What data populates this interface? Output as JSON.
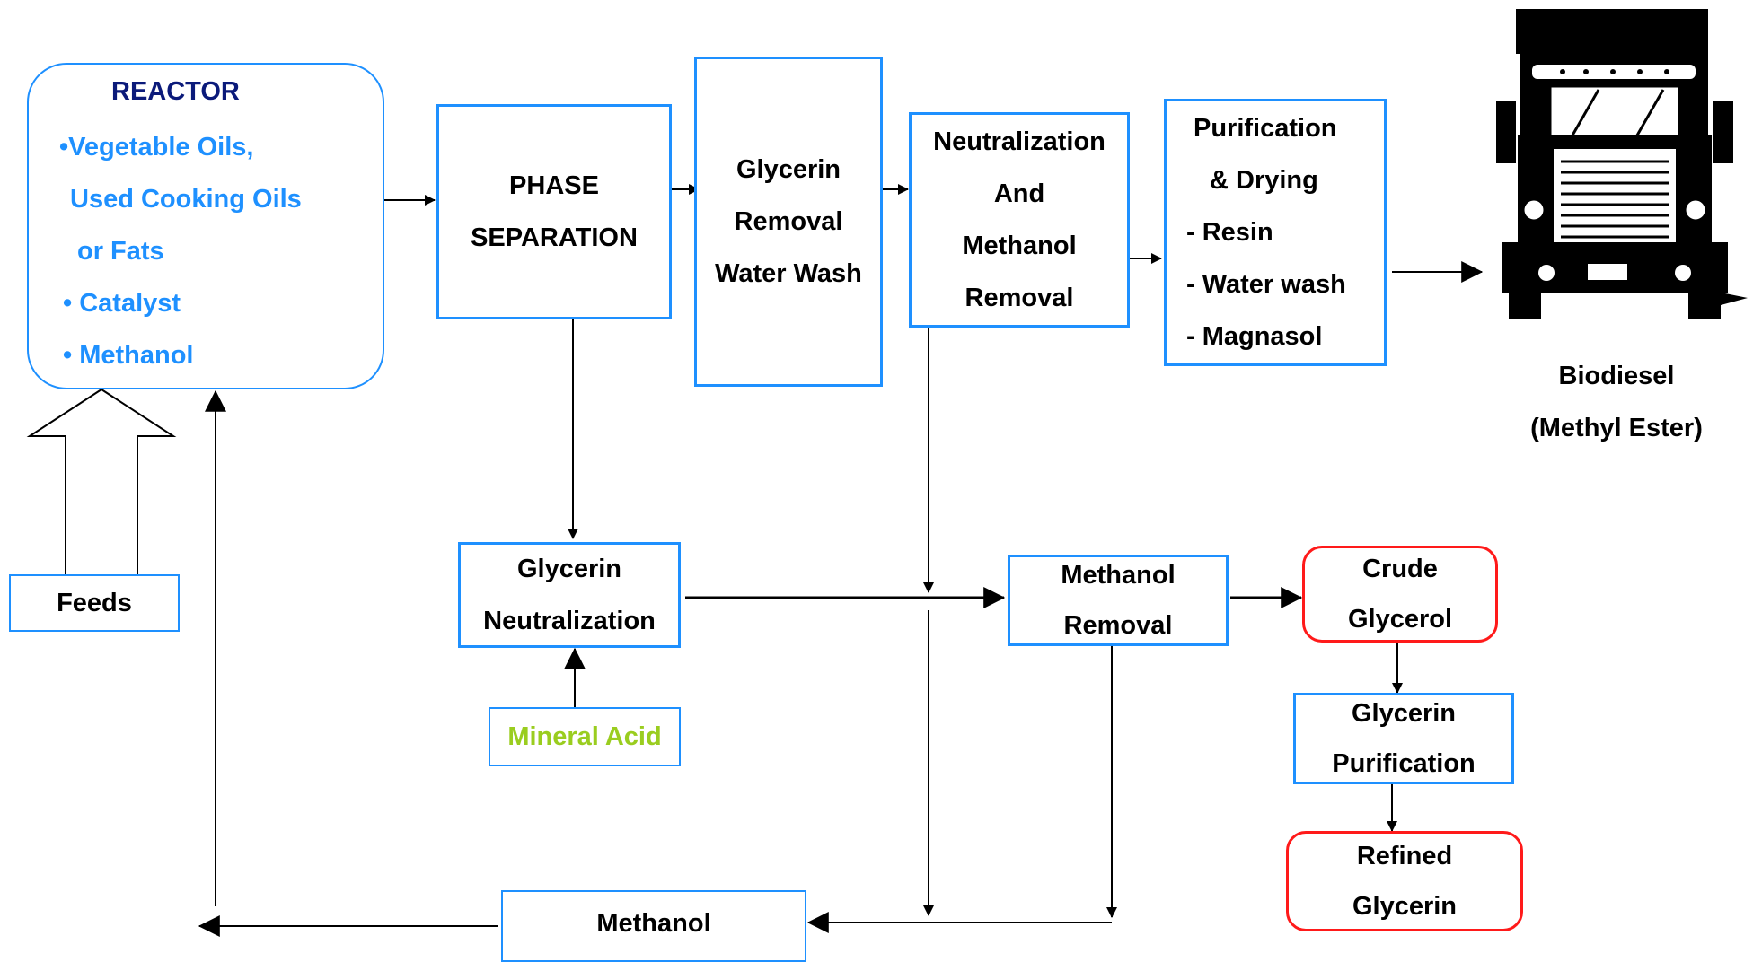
{
  "reactor": {
    "title": "REACTOR",
    "items": [
      "•Vegetable Oils,",
      "Used Cooking Oils",
      "or Fats",
      "• Catalyst",
      "• Methanol"
    ]
  },
  "feeds": "Feeds",
  "phase_separation": [
    "PHASE",
    "SEPARATION"
  ],
  "glycerin_removal": [
    "Glycerin",
    "Removal",
    "Water Wash"
  ],
  "neutralization": [
    "Neutralization",
    "And",
    "Methanol",
    "Removal"
  ],
  "purification": [
    "Purification",
    "& Drying",
    "- Resin",
    "- Water wash",
    "- Magnasol"
  ],
  "biodiesel": [
    "Biodiesel",
    "(Methyl Ester)"
  ],
  "glycerin_neutralization": [
    "Glycerin",
    "Neutralization"
  ],
  "mineral_acid": "Mineral Acid",
  "methanol_removal": [
    "Methanol",
    "Removal"
  ],
  "crude_glycerol": [
    "Crude",
    "Glycerol"
  ],
  "glycerin_purification": [
    "Glycerin",
    "Purification"
  ],
  "refined_glycerin": [
    "Refined",
    "Glycerin"
  ],
  "methanol_recycle": "Methanol",
  "colors": {
    "box_border": "#1e90ff",
    "red_border": "#ff1a1a",
    "reactor_title": "#0b1a7a",
    "reactor_items": "#1e90ff",
    "mineral_acid": "#9acd1f"
  }
}
